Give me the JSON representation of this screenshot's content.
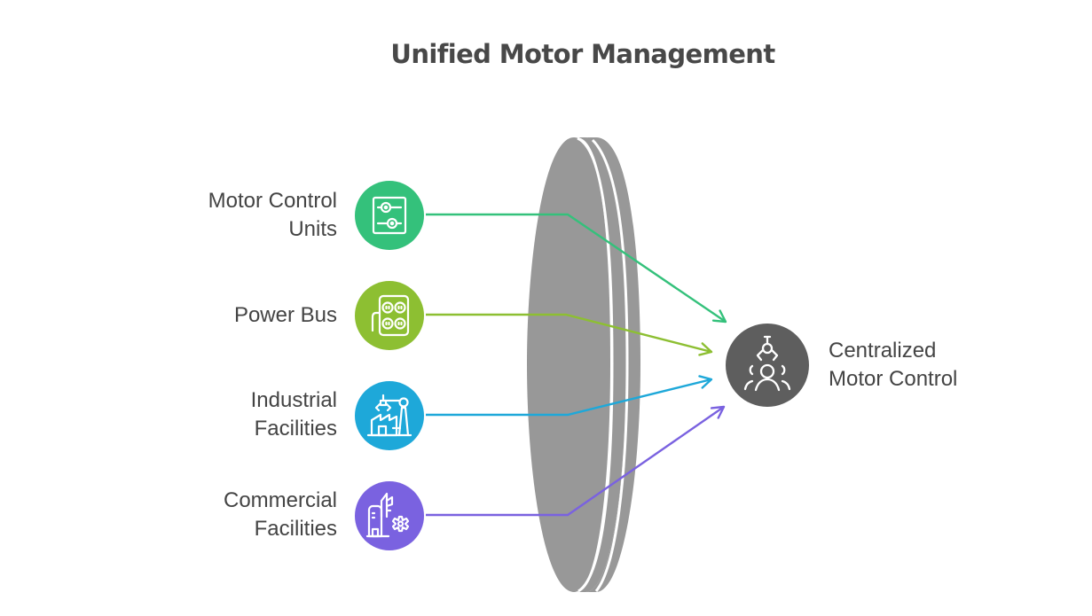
{
  "title": "Unified Motor Management",
  "inputs": [
    {
      "label_lines": [
        "Motor Control",
        "Units"
      ],
      "icon": "sliders-icon",
      "color": "#34c17b"
    },
    {
      "label_lines": [
        "Power Bus"
      ],
      "icon": "power-strip-icon",
      "color": "#8dbf32"
    },
    {
      "label_lines": [
        "Industrial",
        "Facilities"
      ],
      "icon": "factory-robot-arm-icon",
      "color": "#1ea8d9"
    },
    {
      "label_lines": [
        "Commercial",
        "Facilities"
      ],
      "icon": "building-gear-icon",
      "color": "#7a62e0"
    }
  ],
  "lens": {
    "color": "#989898"
  },
  "output": {
    "label_lines": [
      "Centralized",
      "Motor Control"
    ],
    "icon": "robot-claw-people-icon",
    "color": "#5e5e5e"
  }
}
